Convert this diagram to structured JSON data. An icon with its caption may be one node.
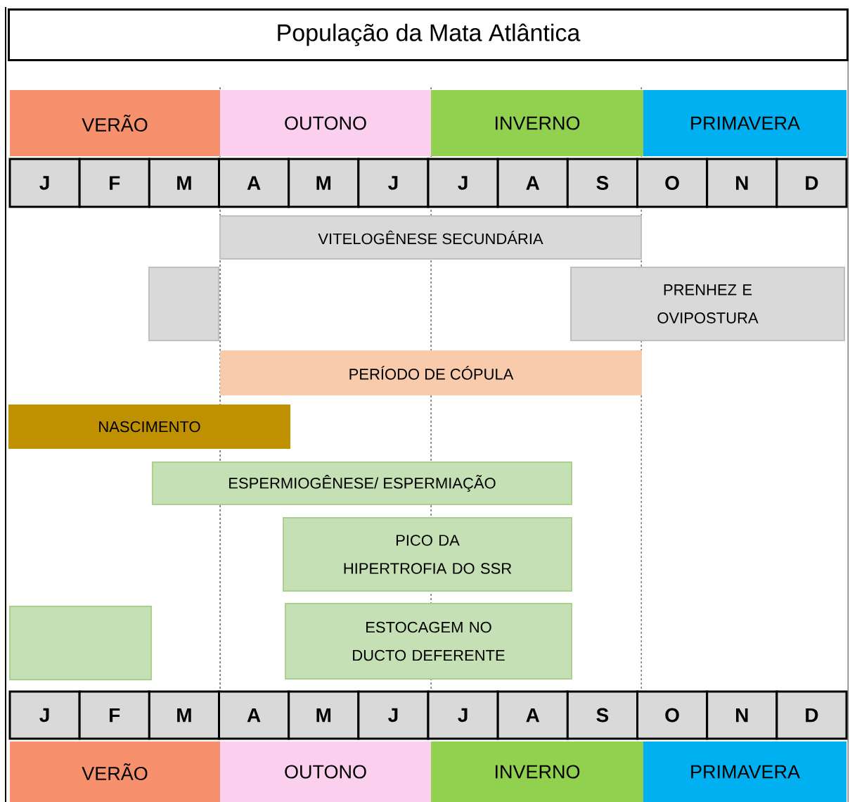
{
  "diagram": {
    "title": "População da Mata Atlântica",
    "nodes": [
      {
        "text": [
          "VERÃO"
        ]
      },
      {
        "text": [
          "OUTONO"
        ]
      },
      {
        "text": [
          "INVERNO"
        ]
      },
      {
        "text": [
          "PRIMAVERA"
        ]
      },
      {
        "text": [
          "J"
        ]
      },
      {
        "text": [
          "F"
        ]
      },
      {
        "text": [
          "M"
        ]
      },
      {
        "text": [
          "A"
        ]
      },
      {
        "text": [
          "M"
        ]
      },
      {
        "text": [
          "J"
        ]
      },
      {
        "text": [
          "J"
        ]
      },
      {
        "text": [
          "A"
        ]
      },
      {
        "text": [
          "S"
        ]
      },
      {
        "text": [
          "O"
        ]
      },
      {
        "text": [
          "N"
        ]
      },
      {
        "text": [
          "D"
        ]
      },
      {
        "text": [
          "VITELOGÊNESE SECUNDÁRIA"
        ]
      },
      {
        "text": [],
        "shape": "box"
      },
      {
        "text": [
          "PRENHEZ E OVIPOSTURA"
        ]
      },
      {
        "text": [
          "PERÍODO DE CÓPULA"
        ]
      },
      {
        "text": [
          "NASCIMENTO"
        ]
      },
      {
        "text": [
          "ESPERMIOGÊNESE/ ESPERMIAÇÃO"
        ]
      },
      {
        "text": [
          "PICO DA HIPERTROFIA DO SSR"
        ]
      },
      {
        "text": [],
        "shape": "box"
      },
      {
        "text": [
          "ESTOCAGEM NO DUCTO DEFERENTE"
        ]
      },
      {
        "text": [
          "J"
        ]
      },
      {
        "text": [
          "F"
        ]
      },
      {
        "text": [
          "M"
        ]
      },
      {
        "text": [
          "A"
        ]
      },
      {
        "text": [
          "M"
        ]
      },
      {
        "text": [
          "J"
        ]
      },
      {
        "text": [
          "J"
        ]
      },
      {
        "text": [
          "A"
        ]
      },
      {
        "text": [
          "S"
        ]
      },
      {
        "text": [
          "O"
        ]
      },
      {
        "text": [
          "N"
        ]
      },
      {
        "text": [
          "D"
        ]
      },
      {
        "text": [
          "VERÃO"
        ]
      },
      {
        "text": [
          "OUTONO"
        ]
      },
      {
        "text": [
          "INVERNO"
        ]
      },
      {
        "text": [
          "PRIMAVERA"
        ]
      }
    ]
  }
}
